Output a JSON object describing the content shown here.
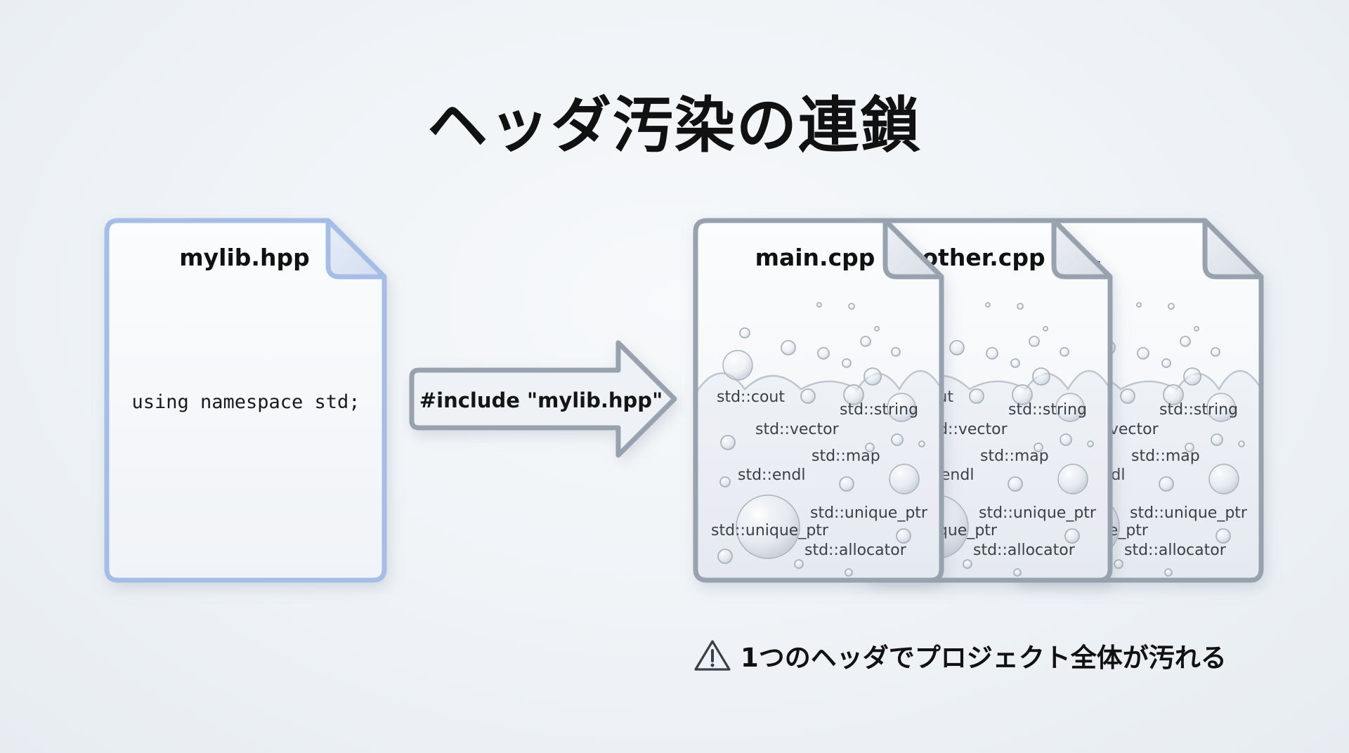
{
  "title": "ヘッダ汚染の連鎖",
  "header_file": {
    "name": "mylib.hpp",
    "code": "using namespace std;",
    "border_color": "#a6bde6"
  },
  "arrow": {
    "label": "#include \"mylib.hpp\"",
    "border_color": "#97a2ae"
  },
  "source_files": [
    {
      "name": "main.cpp"
    },
    {
      "name": "other.cpp"
    },
    {
      "name": "..."
    }
  ],
  "source_border_color": "#97a2ae",
  "polluting_symbols": [
    "std::cout",
    "std::string",
    "std::vector",
    "std::map",
    "std::endl",
    "std::unique_ptr",
    "std::unique_ptr",
    "std::allocator"
  ],
  "warning": {
    "icon": "warning-triangle-icon",
    "text": "1つのヘッダでプロジェクト全体が汚れる"
  }
}
